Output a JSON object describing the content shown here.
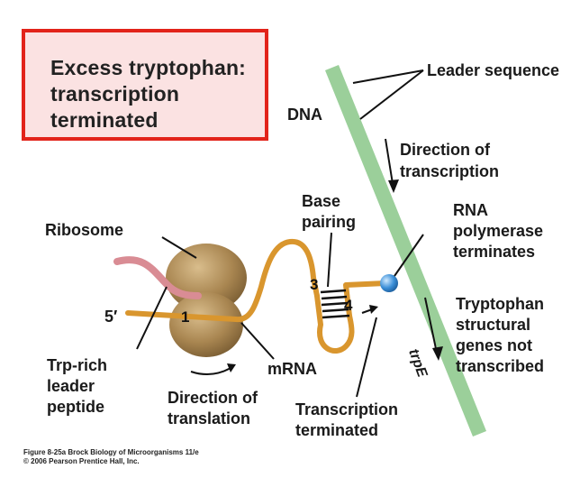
{
  "title": {
    "line1": "Excess tryptophan:",
    "line2": "transcription",
    "line3": "terminated"
  },
  "labels": {
    "dna": "DNA",
    "leader_sequence": "Leader sequence",
    "direction_of_transcription": [
      "Direction of",
      "transcription"
    ],
    "base_pairing": [
      "Base",
      "pairing"
    ],
    "rna_polymerase": [
      "RNA",
      "polymerase",
      "terminates"
    ],
    "ribosome": "Ribosome",
    "five_prime": "5′",
    "tryptophan_genes": [
      "Tryptophan",
      "structural",
      "genes not",
      "transcribed"
    ],
    "trpE": "trpE",
    "trp_rich": [
      "Trp-rich",
      "leader",
      "peptide"
    ],
    "mrna": "mRNA",
    "direction_of_translation": [
      "Direction of",
      "translation"
    ],
    "transcription_terminated": [
      "Transcription",
      "terminated"
    ]
  },
  "region_numbers": {
    "one": "1",
    "three": "3",
    "four": "4"
  },
  "credit": {
    "line1": "Figure 8-25a  Brock Biology of Microorganisms 11/e",
    "line2": "© 2006 Pearson Prentice Hall, Inc."
  },
  "colors": {
    "title_border": "#e2231a",
    "title_fill": "#fbe2e2",
    "dna": "#9bcf9a",
    "mrna": "#d9962e",
    "ribosome": "#a98651",
    "peptide": "#d98c94",
    "polymerase": "#3b8fd8"
  }
}
